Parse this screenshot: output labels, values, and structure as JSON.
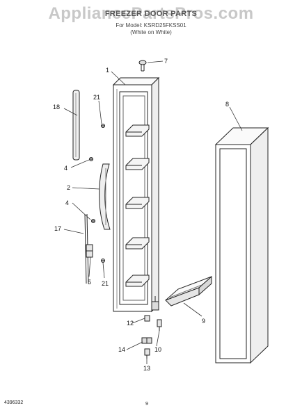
{
  "header": {
    "watermark": "AppliancePartsPros.com",
    "title": "FREEZER DOOR PARTS",
    "model": "For Model: KSRD25FKSS01",
    "color": "(White on White)"
  },
  "parts": [
    {
      "callout": "1"
    },
    {
      "callout": "7"
    },
    {
      "callout": "21"
    },
    {
      "callout": "18"
    },
    {
      "callout": "8"
    },
    {
      "callout": "4"
    },
    {
      "callout": "2"
    },
    {
      "callout": "4"
    },
    {
      "callout": "17"
    },
    {
      "callout": "5"
    },
    {
      "callout": "21"
    },
    {
      "callout": "9"
    },
    {
      "callout": "12"
    },
    {
      "callout": "10"
    },
    {
      "callout": "14"
    },
    {
      "callout": "13"
    }
  ],
  "footer": {
    "doc_id": "4396332",
    "page": "9"
  }
}
